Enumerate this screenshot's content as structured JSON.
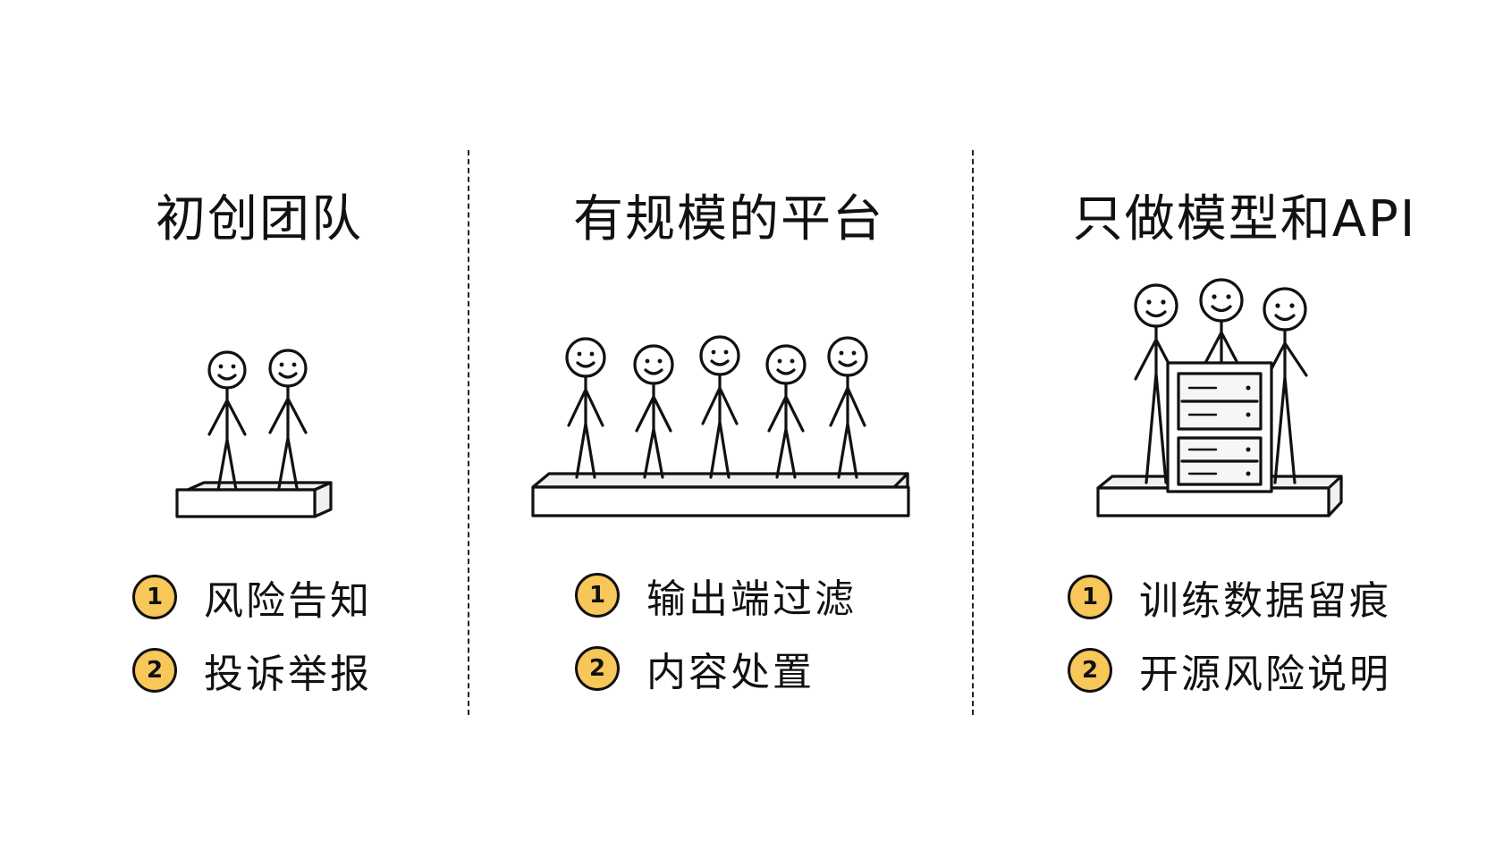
{
  "columns": [
    {
      "title": "初创团队",
      "items": [
        {
          "number": "1",
          "label": "风险告知"
        },
        {
          "number": "2",
          "label": "投诉举报"
        }
      ]
    },
    {
      "title": "有规模的平台",
      "items": [
        {
          "number": "1",
          "label": "输出端过滤"
        },
        {
          "number": "2",
          "label": "内容处置"
        }
      ]
    },
    {
      "title": "只做模型和API",
      "items": [
        {
          "number": "1",
          "label": "训练数据留痕"
        },
        {
          "number": "2",
          "label": "开源风险说明"
        }
      ]
    }
  ],
  "colors": {
    "badge_fill": "#F7C75A",
    "ink": "#111111",
    "background": "#FFFFFF"
  }
}
